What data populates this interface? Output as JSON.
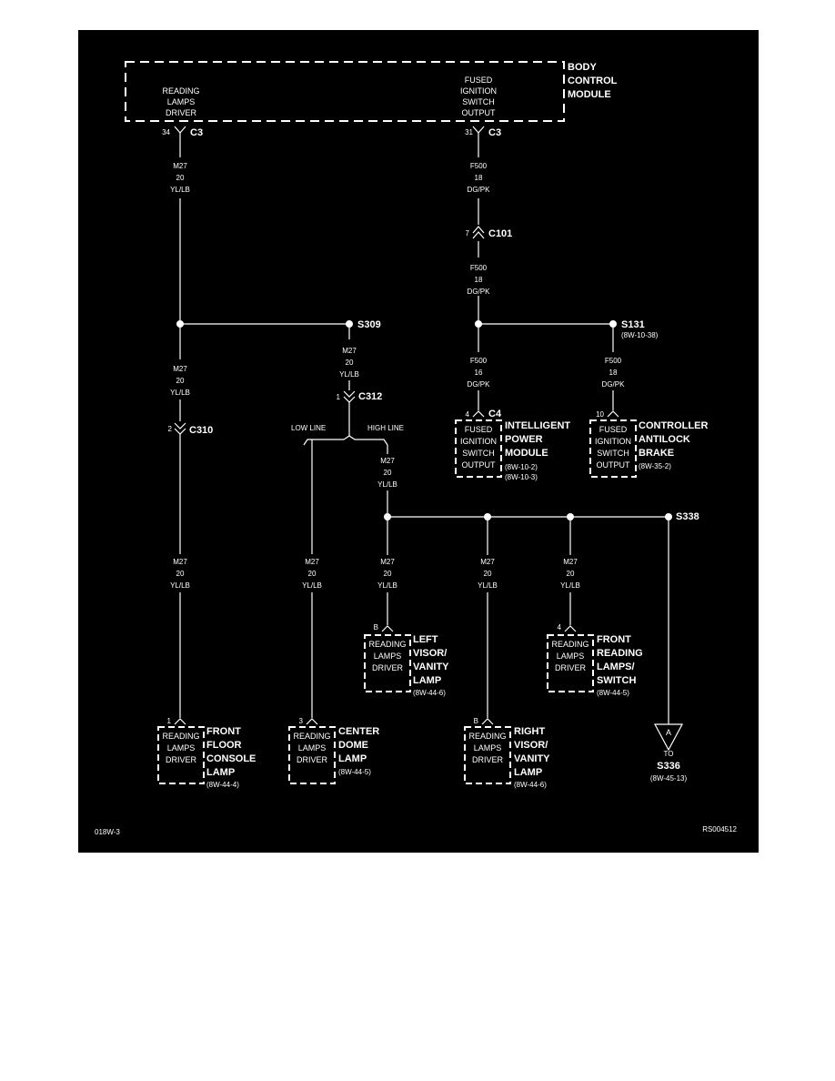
{
  "colors": {
    "background": "#000000",
    "line": "#ffffff",
    "page": "#ffffff"
  },
  "bcm": {
    "name": [
      "BODY",
      "CONTROL",
      "MODULE"
    ],
    "left_label": [
      "READING",
      "LAMPS",
      "DRIVER"
    ],
    "right_label": [
      "FUSED",
      "IGNITION",
      "SWITCH",
      "OUTPUT"
    ]
  },
  "conn_c3_left": {
    "pin": "34",
    "name": "C3"
  },
  "conn_c3_right": {
    "pin": "31",
    "name": "C3"
  },
  "wire_m27": [
    "M27",
    "20",
    "YL/LB"
  ],
  "wire_f500_18": [
    "F500",
    "18",
    "DG/PK"
  ],
  "wire_f500_16": [
    "F500",
    "16",
    "DG/PK"
  ],
  "conn_c101": {
    "pin": "7",
    "name": "C101"
  },
  "splice_s309": "S309",
  "splice_s131": {
    "name": "S131",
    "ref": "(8W-10-38)"
  },
  "splice_s338": "S338",
  "conn_c312": {
    "pin": "1",
    "name": "C312"
  },
  "conn_c310": {
    "pin": "2",
    "name": "C310"
  },
  "conn_c4": {
    "pin": "4",
    "name": "C4"
  },
  "ctrl_pin": "10",
  "low_line": "LOW LINE",
  "high_line": "HIGH LINE",
  "ipm": {
    "box": [
      "FUSED",
      "IGNITION",
      "SWITCH",
      "OUTPUT"
    ],
    "name": [
      "INTELLIGENT",
      "POWER",
      "MODULE"
    ],
    "refs": [
      "(8W-10-2)",
      "(8W-10-3)"
    ]
  },
  "abs": {
    "box": [
      "FUSED",
      "IGNITION",
      "SWITCH",
      "OUTPUT"
    ],
    "name": [
      "CONTROLLER",
      "ANTILOCK",
      "BRAKE"
    ],
    "ref": "(8W-35-2)"
  },
  "lamp_box": [
    "READING",
    "LAMPS",
    "DRIVER"
  ],
  "left_visor": {
    "pin": "B",
    "name": [
      "LEFT",
      "VISOR/",
      "VANITY",
      "LAMP"
    ],
    "ref": "(8W-44-6)"
  },
  "front_reading": {
    "pin": "4",
    "name": [
      "FRONT",
      "READING",
      "LAMPS/",
      "SWITCH"
    ],
    "ref": "(8W-44-5)"
  },
  "front_floor": {
    "pin": "1",
    "name": [
      "FRONT",
      "FLOOR",
      "CONSOLE",
      "LAMP"
    ],
    "ref": "(8W-44-4)"
  },
  "center_dome": {
    "pin": "3",
    "name": [
      "CENTER",
      "DOME",
      "LAMP"
    ],
    "ref": "(8W-44-5)"
  },
  "right_visor": {
    "pin": "B",
    "name": [
      "RIGHT",
      "VISOR/",
      "VANITY",
      "LAMP"
    ],
    "ref": "(8W-44-6)"
  },
  "offpage": {
    "letter": "A",
    "to": "TO",
    "name": "S336",
    "ref": "(8W-45-13)"
  },
  "footer": {
    "left": "018W-3",
    "right": "RS004512"
  }
}
